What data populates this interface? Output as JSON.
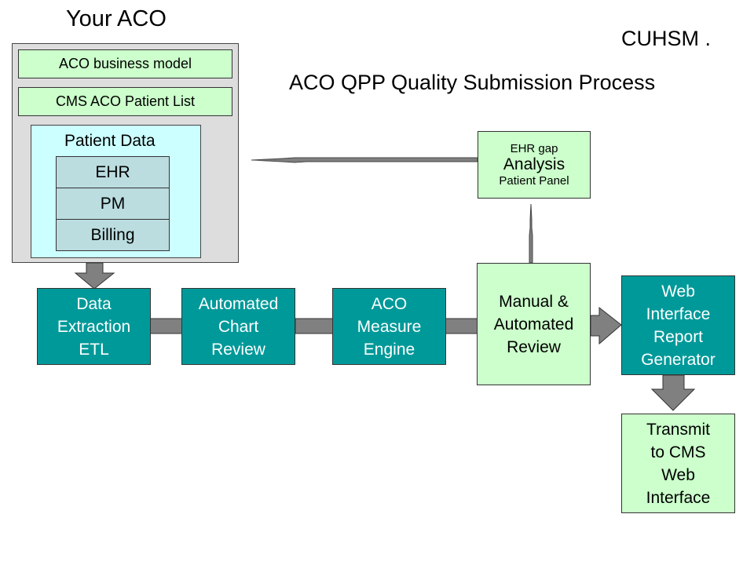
{
  "left_panel": {
    "title": "Your ACO",
    "business_model": "ACO business model",
    "patient_list": "CMS ACO Patient List",
    "patient_data": {
      "label": "Patient Data",
      "sources": [
        "EHR",
        "PM",
        "Billing"
      ]
    }
  },
  "header": {
    "org": "CUHSM .",
    "title": "ACO QPP Quality Submission Process"
  },
  "gap_analysis": {
    "line1": "EHR gap",
    "line2": "Analysis",
    "line3": "Patient Panel"
  },
  "process_steps": [
    {
      "lines": [
        "Data",
        "Extraction",
        "ETL"
      ]
    },
    {
      "lines": [
        "Automated",
        "Chart",
        "Review"
      ]
    },
    {
      "lines": [
        "ACO",
        "Measure",
        "Engine"
      ]
    },
    {
      "lines": [
        "Manual &",
        "Automated",
        "Review"
      ]
    },
    {
      "lines": [
        "Web",
        "Interface",
        "Report",
        "Generator"
      ]
    },
    {
      "lines": [
        "Transmit",
        "to CMS",
        "Web",
        "Interface"
      ]
    }
  ],
  "colors": {
    "teal": "#009999",
    "light_green": "#ccffcc",
    "light_cyan": "#ccffff",
    "panel_gray": "#dddddd",
    "source_fill": "#bbdde0",
    "arrow_gray": "#808080"
  }
}
